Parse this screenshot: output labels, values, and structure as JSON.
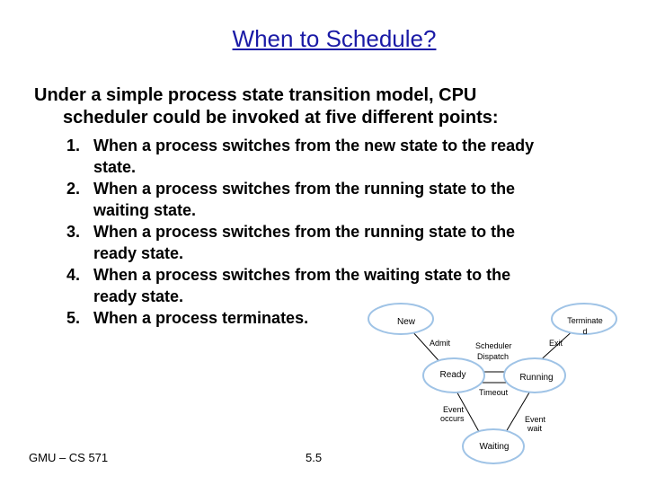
{
  "slide": {
    "title": "When to Schedule?",
    "intro_line1": "Under a simple process state transition model, CPU",
    "intro_line2": "scheduler could be invoked at five different points:",
    "points": [
      {
        "num": "1.",
        "line1": "When a process switches from the new state to the ready",
        "line2": "state."
      },
      {
        "num": "2.",
        "line1": "When a process switches from the running state to the",
        "line2": "waiting state."
      },
      {
        "num": "3.",
        "line1": "When a process switches from the running state to the",
        "line2": "ready state."
      },
      {
        "num": "4.",
        "line1": "When a process switches from the waiting state to the",
        "line2": "ready state."
      },
      {
        "num": "5.",
        "line1": "When a process terminates.",
        "line2": ""
      }
    ],
    "footer_left": "GMU – CS 571",
    "footer_page": "5.5"
  },
  "diagram": {
    "states": {
      "new": "New",
      "terminated_line1": "Terminate",
      "terminated_line2": "d",
      "ready": "Ready",
      "running": "Running",
      "waiting": "Waiting"
    },
    "transitions": {
      "admit": "Admit",
      "scheduler_line1": "Scheduler",
      "scheduler_line2": "Dispatch",
      "exit": "Exit",
      "timeout": "Timeout",
      "event_occurs_line1": "Event",
      "event_occurs_line2": "occurs",
      "event_wait_line1": "Event",
      "event_wait_line2": "wait"
    },
    "colors": {
      "node_fill": "#ffffff",
      "node_stroke": "#9fc3e6",
      "arrow": "#000000"
    }
  }
}
